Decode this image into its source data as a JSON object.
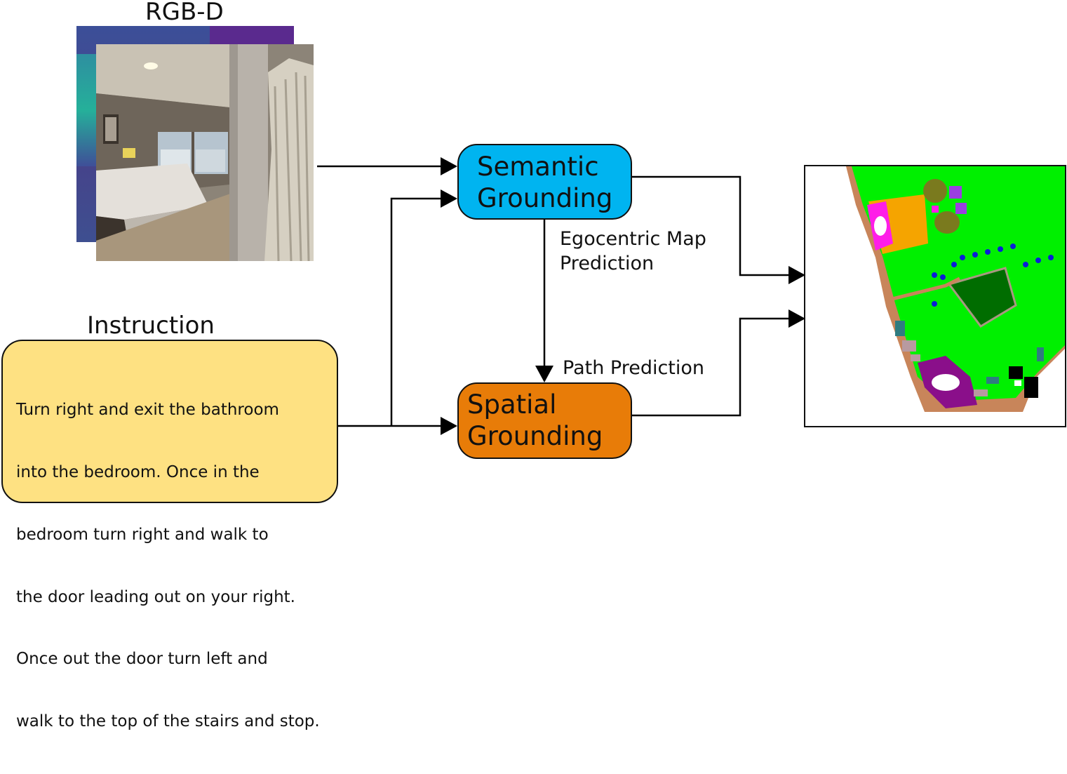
{
  "rgbd": {
    "title": "RGB-D"
  },
  "instruction": {
    "title": "Instruction",
    "lines": [
      "Turn right and exit the bathroom",
      "into the bedroom. Once in the",
      "bedroom turn right and walk to",
      "the door leading out on your right.",
      "Once out the door turn left and",
      "walk to the top of the stairs and stop."
    ]
  },
  "semantic": {
    "line1": "Semantic",
    "line2": "Grounding",
    "color": "#00b4f0"
  },
  "spatial": {
    "line1": "Spatial",
    "line2": "Grounding",
    "color": "#e87c08"
  },
  "edges": {
    "egocentric_line1": "Egocentric Map",
    "egocentric_line2": "Prediction",
    "path": "Path Prediction"
  },
  "colors": {
    "instruction_fill": "#fee182",
    "depth_frame": "#3f519a",
    "arrow": "#000000"
  }
}
